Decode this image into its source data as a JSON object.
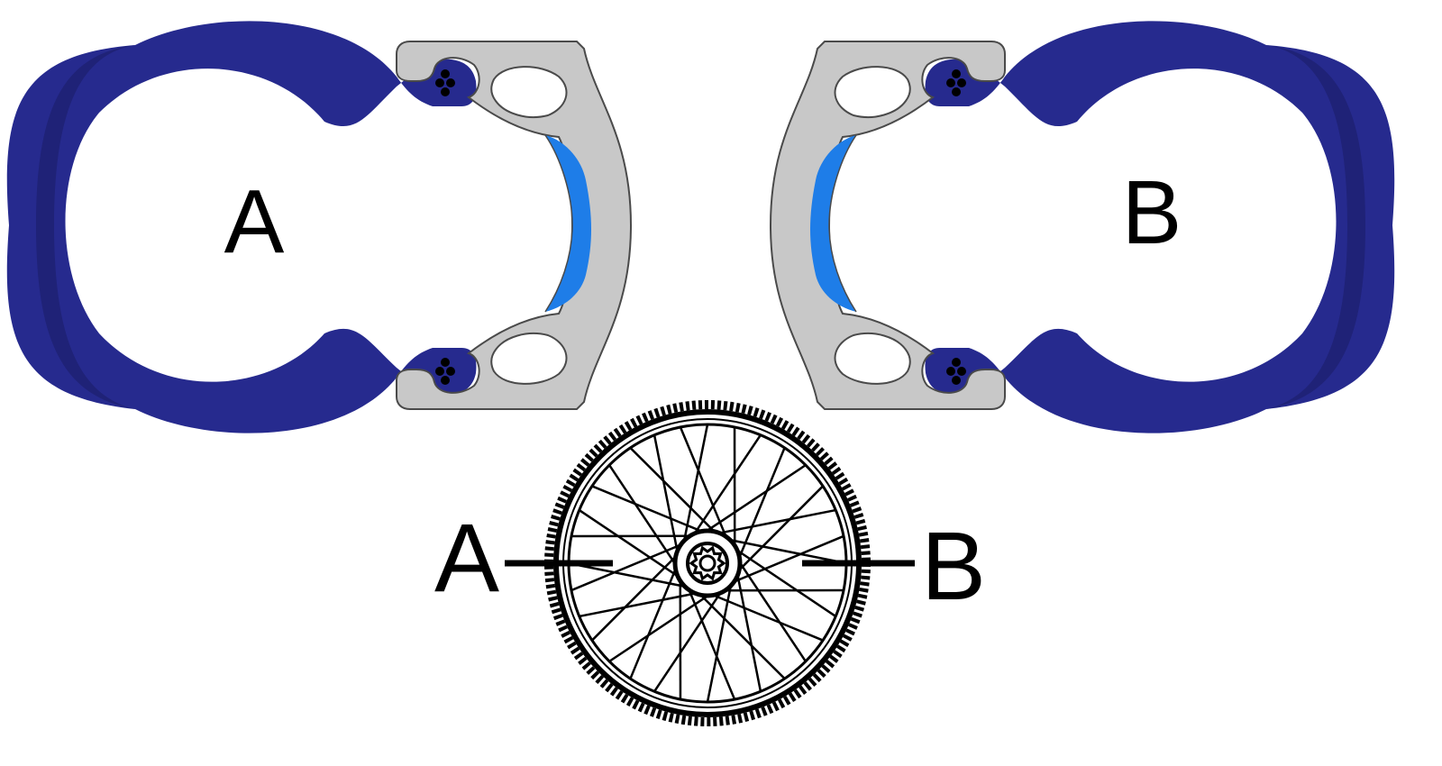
{
  "labels": {
    "top_left": "A",
    "top_right": "B",
    "wheel_left": "A",
    "wheel_right": "B"
  },
  "colors": {
    "tire": "#262a8e",
    "rim": "#c8c8c8",
    "rim_stroke": "#4a4a4a",
    "rim_tape": "#1e7de8",
    "wheel": "#000000",
    "background": "#ffffff"
  },
  "icons": {
    "tire_cross_section_a": "tire-cross-section-icon",
    "tire_cross_section_b": "tire-cross-section-icon",
    "wheel": "bicycle-wheel-icon"
  }
}
